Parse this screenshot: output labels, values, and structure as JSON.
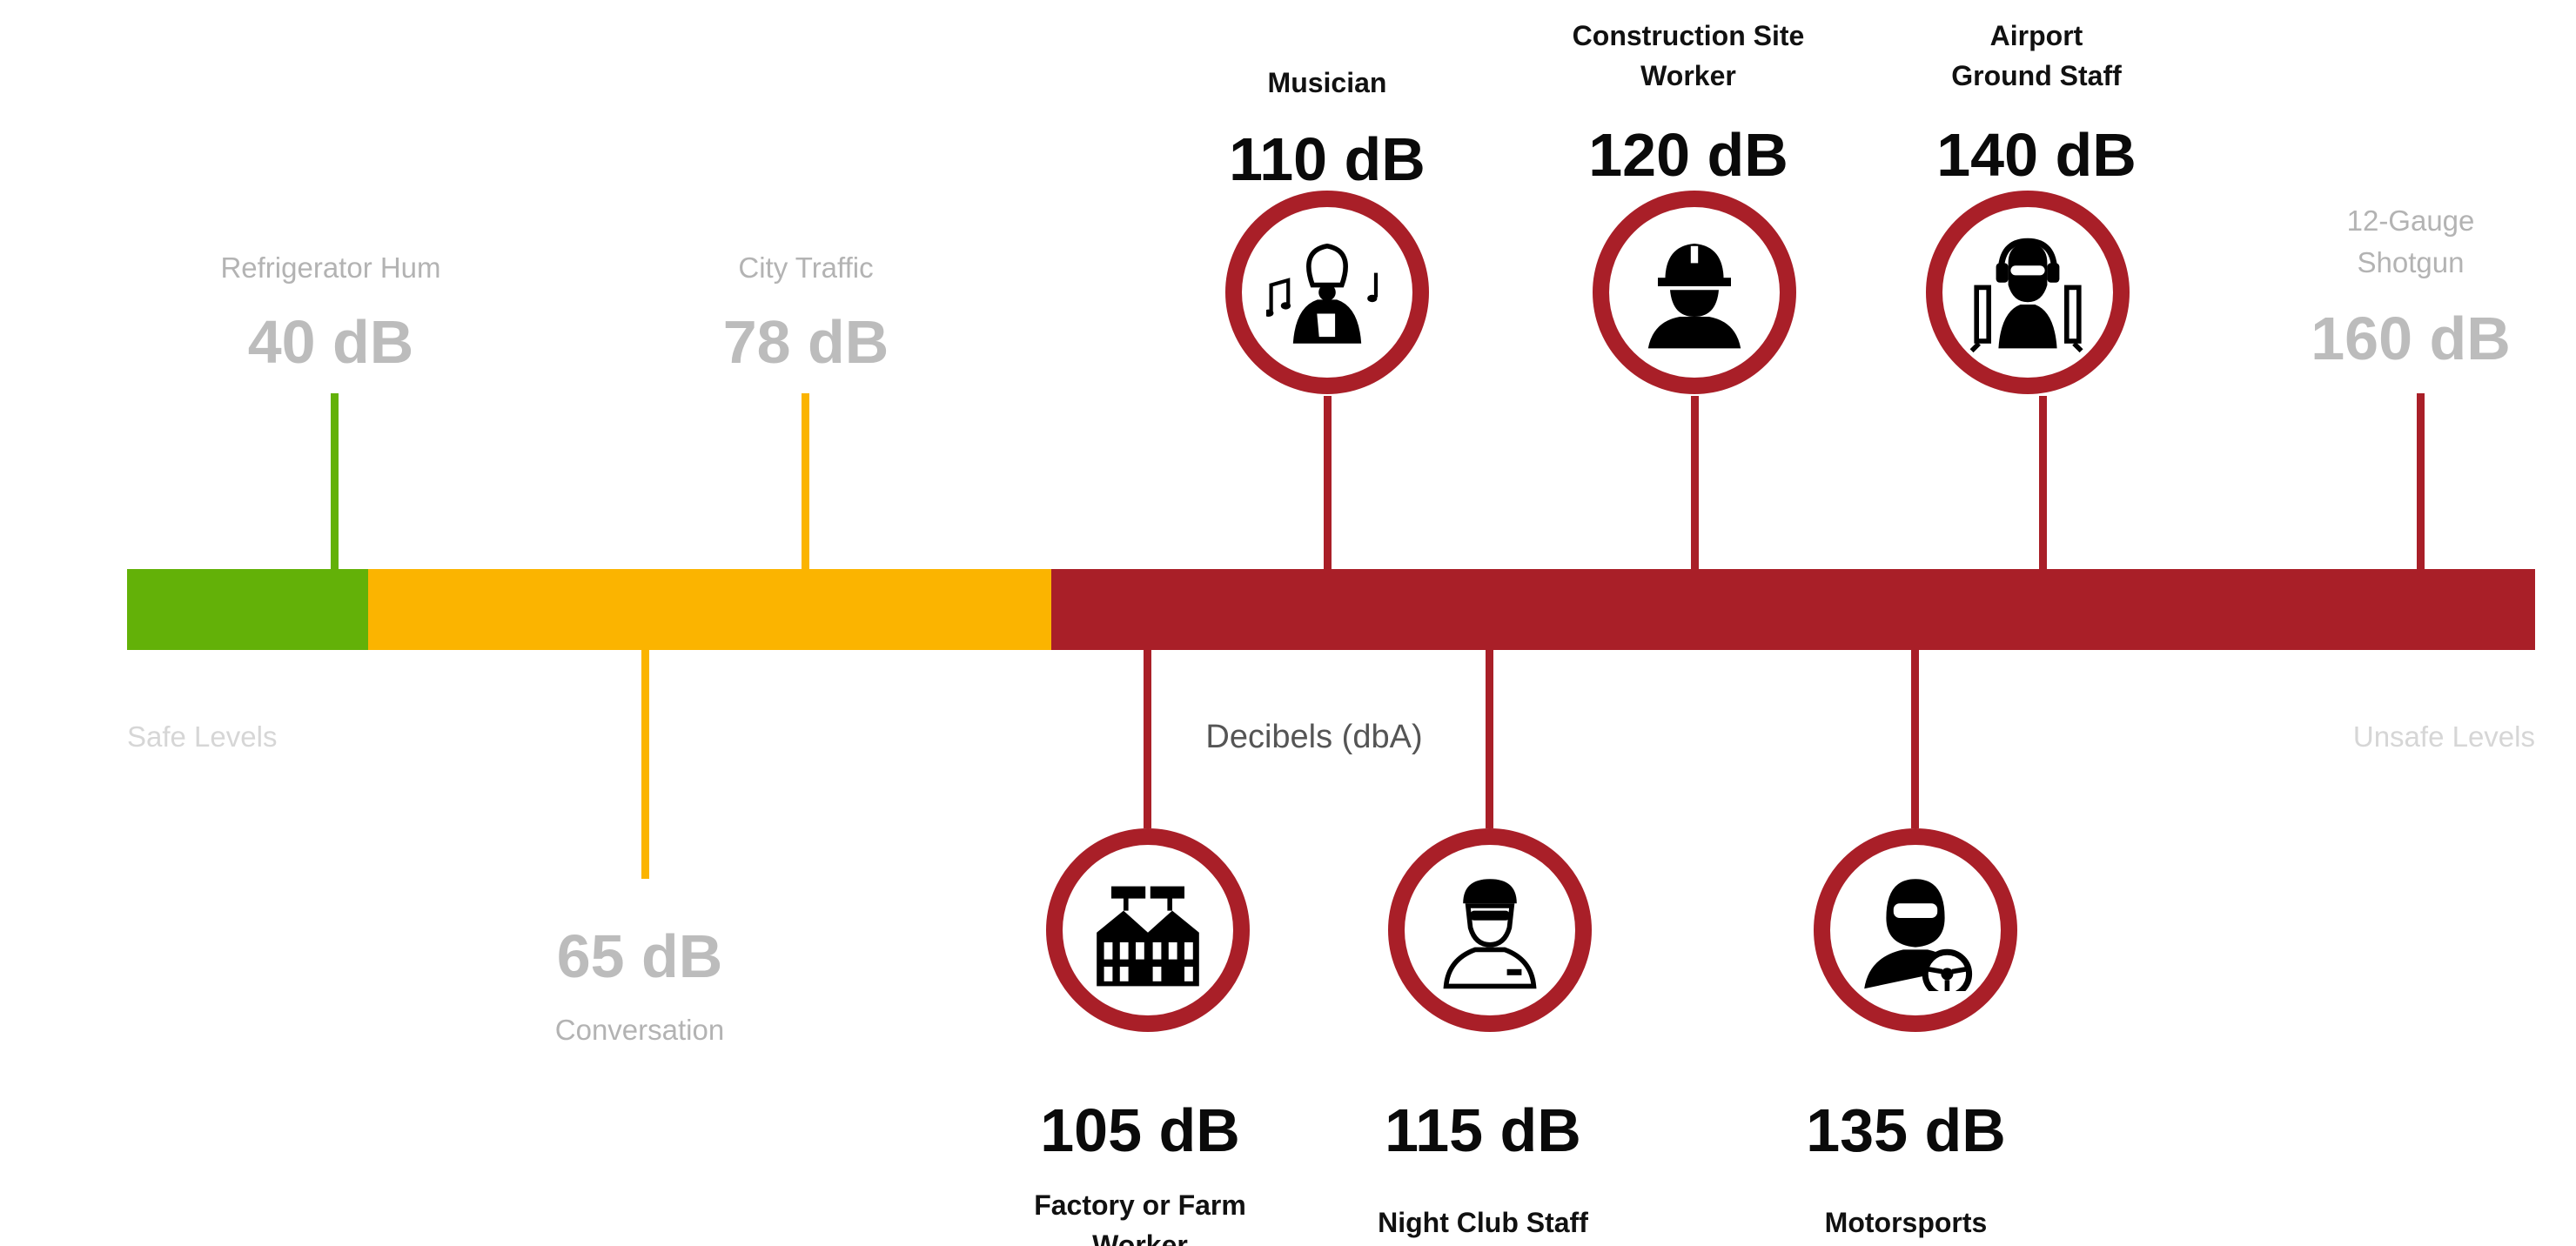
{
  "colors": {
    "safe": "#63b108",
    "moderate": "#fbb400",
    "unsafe": "#a91f28",
    "muted_text": "#bcbcbc",
    "strong_text": "#0a0a0a"
  },
  "scale": {
    "left_label": "Safe Levels",
    "right_label": "Unsafe Levels",
    "axis_label": "Decibels (dbA)"
  },
  "markers": [
    {
      "id": "refrigerator",
      "value": "40 dB",
      "label": "Refrigerator Hum",
      "icon": null
    },
    {
      "id": "conversation",
      "value": "65 dB",
      "label": "Conversation",
      "icon": null
    },
    {
      "id": "city-traffic",
      "value": "78 dB",
      "label": "City Traffic",
      "icon": null
    },
    {
      "id": "factory",
      "value": "105 dB",
      "label": "Factory or Farm\nWorker",
      "icon": "factory-icon"
    },
    {
      "id": "musician",
      "value": "110 dB",
      "label": "Musician",
      "icon": "musician-icon"
    },
    {
      "id": "night-club",
      "value": "115 dB",
      "label": "Night Club Staff",
      "icon": "night-club-staff-icon"
    },
    {
      "id": "construction",
      "value": "120 dB",
      "label": "Construction Site\nWorker",
      "icon": "construction-worker-icon"
    },
    {
      "id": "motorsports",
      "value": "135 dB",
      "label": "Motorsports",
      "icon": "racing-driver-icon"
    },
    {
      "id": "airport",
      "value": "140 dB",
      "label": "Airport\nGround Staff",
      "icon": "airport-ground-staff-icon"
    },
    {
      "id": "shotgun",
      "value": "160 dB",
      "label": "12-Gauge\nShotgun",
      "icon": null
    }
  ]
}
